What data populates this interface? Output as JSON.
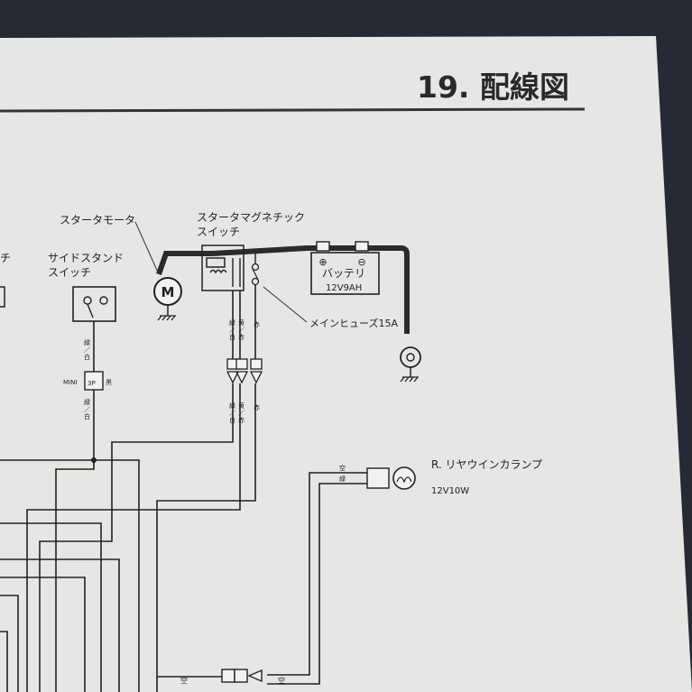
{
  "page": {
    "section_title": "19. 配線図"
  },
  "components": {
    "starter_motor": {
      "label": "スタータモータ",
      "symbol": "M"
    },
    "starter_switch": {
      "label_line1": "スタータマグネチック",
      "label_line2": "スイッチ"
    },
    "battery": {
      "label": "バッテリ",
      "spec": "12V9AH",
      "plus": "⊕",
      "minus": "⊖"
    },
    "main_fuse": {
      "label": "メインヒューズ15A"
    },
    "side_stand_switch": {
      "label_line1": "サイドスタンド",
      "label_line2": "スイッチ"
    },
    "left_cut_label": "チ",
    "mini_connector": {
      "prefix": "MINI",
      "pins": "3P",
      "color": "黒"
    },
    "rear_winker": {
      "label": "R. リヤウインカランプ",
      "spec": "12V10W"
    }
  },
  "wire_colors": {
    "green": "緑",
    "white": "白",
    "yellow": "黄",
    "red": "赤",
    "sky": "空",
    "slash": "／"
  }
}
